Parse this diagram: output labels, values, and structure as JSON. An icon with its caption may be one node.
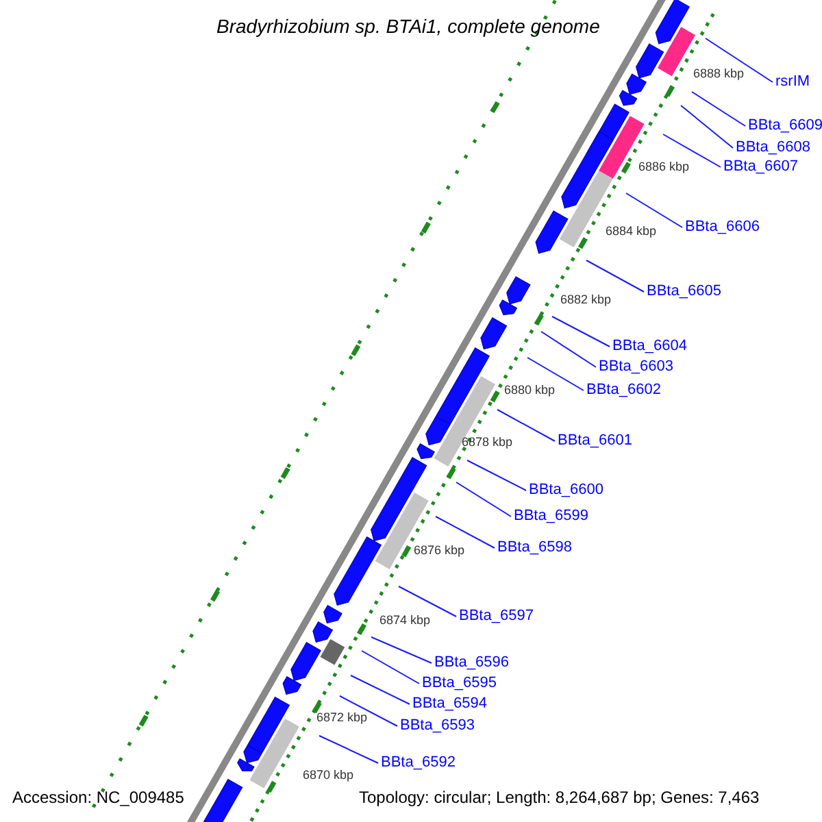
{
  "diagram": {
    "title": "Bradyrhizobium sp. BTAi1, complete genome",
    "nodes": [
      {
        "text": [
          "rsrIM"
        ]
      },
      {
        "text": [
          "BBta_6609"
        ]
      },
      {
        "text": [
          "BBta_6608"
        ]
      },
      {
        "text": [
          "BBta_6607"
        ]
      },
      {
        "text": [
          "BBta_6606"
        ]
      },
      {
        "text": [
          "BBta_6605"
        ]
      },
      {
        "text": [
          "BBta_6604"
        ]
      },
      {
        "text": [
          "BBta_6603"
        ]
      },
      {
        "text": [
          "BBta_6602"
        ]
      },
      {
        "text": [
          "BBta_6601"
        ]
      },
      {
        "text": [
          "BBta_6600"
        ]
      },
      {
        "text": [
          "BBta_6599"
        ]
      },
      {
        "text": [
          "BBta_6598"
        ]
      },
      {
        "text": [
          "BBta_6597"
        ]
      },
      {
        "text": [
          "BBta_6596"
        ]
      },
      {
        "text": [
          "BBta_6595"
        ]
      },
      {
        "text": [
          "BBta_6594"
        ]
      },
      {
        "text": [
          "BBta_6593"
        ]
      },
      {
        "text": [
          "BBta_6592"
        ]
      }
    ],
    "edges": [
      {
        "from": 0,
        "to": null,
        "arrow": "none"
      },
      {
        "from": 1,
        "to": null,
        "arrow": "none"
      },
      {
        "from": 2,
        "to": null,
        "arrow": "none"
      },
      {
        "from": 3,
        "to": null,
        "arrow": "none"
      },
      {
        "from": 4,
        "to": null,
        "arrow": "none"
      },
      {
        "from": 5,
        "to": null,
        "arrow": "none"
      },
      {
        "from": 6,
        "to": null,
        "arrow": "none"
      },
      {
        "from": 7,
        "to": null,
        "arrow": "none"
      },
      {
        "from": 8,
        "to": null,
        "arrow": "none"
      },
      {
        "from": 9,
        "to": null,
        "arrow": "none"
      },
      {
        "from": 10,
        "to": null,
        "arrow": "none"
      },
      {
        "from": 11,
        "to": null,
        "arrow": "none"
      },
      {
        "from": 12,
        "to": null,
        "arrow": "none"
      },
      {
        "from": 13,
        "to": null,
        "arrow": "none"
      },
      {
        "from": 14,
        "to": null,
        "arrow": "none"
      },
      {
        "from": 15,
        "to": null,
        "arrow": "none"
      },
      {
        "from": 16,
        "to": null,
        "arrow": "none"
      },
      {
        "from": 17,
        "to": null,
        "arrow": "none"
      },
      {
        "from": 18,
        "to": null,
        "arrow": "none"
      }
    ],
    "labels": [
      "6888 kbp",
      "6886 kbp",
      "6884 kbp",
      "6882 kbp",
      "6880 kbp",
      "6878 kbp",
      "6876 kbp",
      "6874 kbp",
      "6872 kbp",
      "6870 kbp",
      "Accession: NC_009485",
      "Topology: circular; Length: 8,264,687 bp; Genes: 7,463"
    ]
  }
}
